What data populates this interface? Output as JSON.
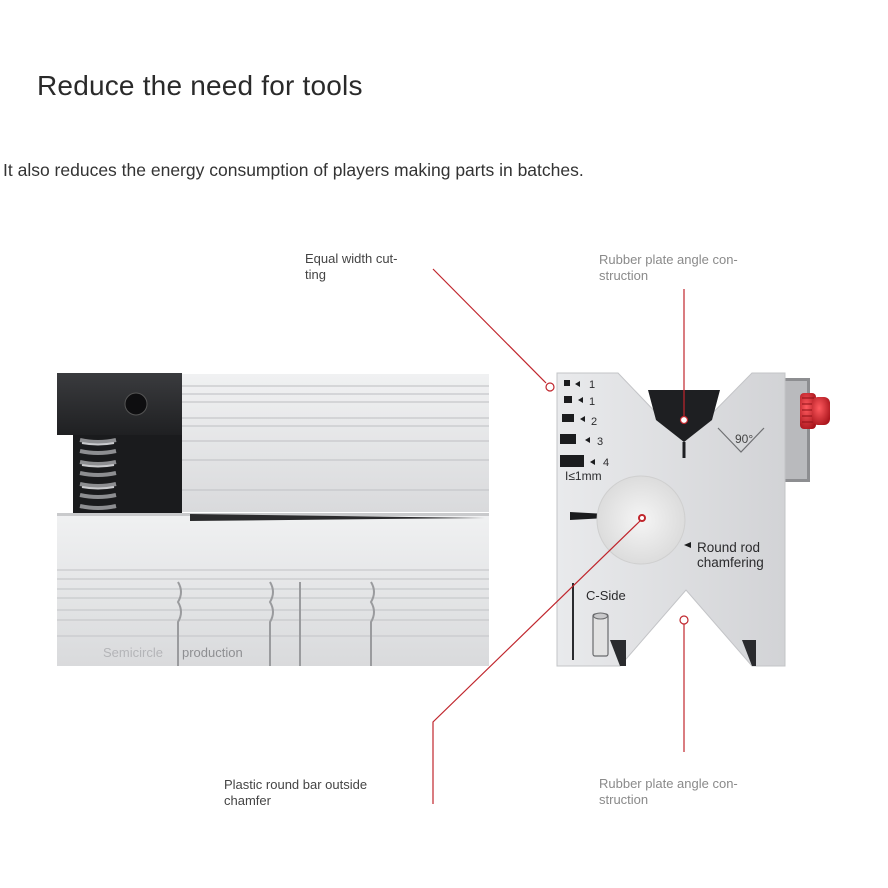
{
  "page": {
    "title": "Reduce the need for tools",
    "subtitle": "It also reduces the energy consumption of players making parts in batches."
  },
  "callouts": {
    "equal_width": [
      "Equal width cut-",
      "ting"
    ],
    "rubber_top": [
      "Rubber plate angle con-",
      "struction"
    ],
    "plastic_bar": [
      "Plastic round bar outside",
      "chamfer"
    ],
    "rubber_bottom": [
      "Rubber plate angle con-",
      "struction"
    ]
  },
  "product_labels": {
    "semicircle": "Semicircle",
    "production": "production",
    "angle": "90°",
    "round_rod_1": "Round rod",
    "round_rod_2": "chamfering",
    "c_side": "C-Side",
    "scale_1mm": "≤1mm",
    "scale_marks": [
      "1",
      "1",
      "2",
      "3",
      "4"
    ]
  },
  "colors": {
    "leader_line": "#c0262d",
    "knob": "#d01f2a",
    "aluminum": "#e6e7e9",
    "dark_steel": "#2c2d30"
  }
}
